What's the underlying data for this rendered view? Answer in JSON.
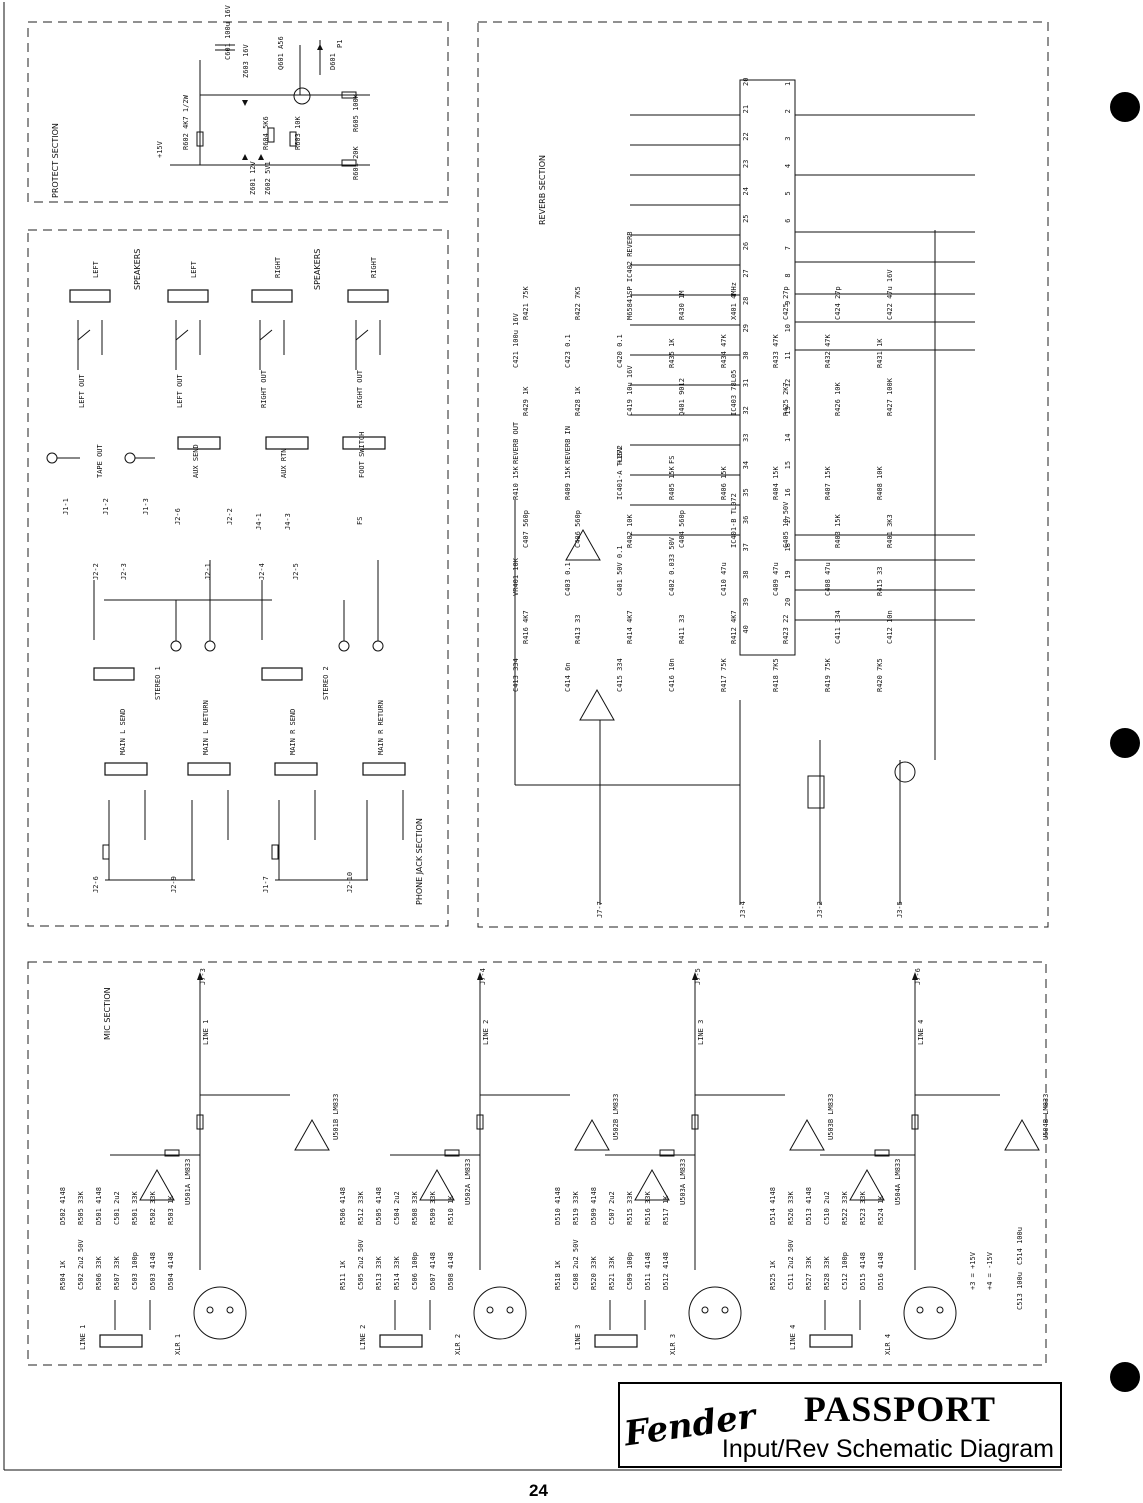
{
  "sections": {
    "protect": "PROTECT SECTION",
    "speakers": "SPEAKERS",
    "reverb": "REVERB SECTION",
    "phone_jack": "PHONE JACK SECTION",
    "mic": "MIC SECTION"
  },
  "protect_parts": [
    "C601 100u 16V",
    "Z603 16V",
    "D601",
    "P1",
    "Q601 A56",
    "R602 4K7 1/2W",
    "R604 5K6",
    "R605 100K",
    "R603 10K",
    "R601 20K",
    "Z601 12V",
    "Z602 5V1",
    "+15V"
  ],
  "speaker_labels": [
    "LEFT",
    "LEFT",
    "RIGHT",
    "RIGHT"
  ],
  "output_labels": [
    "LEFT OUT",
    "LEFT OUT",
    "RIGHT OUT",
    "RIGHT OUT"
  ],
  "jack_labels": [
    "TAPE OUT",
    "AUX SEND",
    "AUX RTN",
    "FOOT SWITCH",
    "STEREO 1",
    "STEREO 2",
    "MAIN L SEND",
    "MAIN L RETURN",
    "MAIN R SEND",
    "MAIN R RETURN"
  ],
  "jack_refs": [
    "J1-1",
    "J1-2",
    "J1-3",
    "J2-6",
    "J2-2",
    "J4-1",
    "J4-3",
    "FS",
    "J2-2",
    "J2-3",
    "J2-1",
    "J2-4",
    "J2-5",
    "J2-6",
    "J2-9",
    "J1-7",
    "J2-10"
  ],
  "reverb_parts": [
    "R410 15K",
    "R409 15K",
    "IC401-A TL072",
    "R405 15K",
    "R406 15K",
    "R404 15K",
    "R407 15K",
    "R408 10K",
    "C407 560p",
    "C406 560p",
    "R402 10K",
    "C404 560p",
    "IC401-B TL072",
    "C405 10 50V",
    "R403 15K",
    "R401 3K3",
    "VR401 10K",
    "C403 0.1",
    "C401 50V 0.1",
    "C402 0.033 50V",
    "C410 47u",
    "C409 47u",
    "C408 47u",
    "R415 33",
    "R416 4K7",
    "R413 33",
    "R414 4K7",
    "R411 33",
    "R412 4K7",
    "R423 22",
    "C411 334",
    "C412 10n",
    "C413 334",
    "C414 6n",
    "C415 334",
    "C416 10n",
    "R417 75K",
    "R418 7K5",
    "R419 75K",
    "R420 7K5",
    "R421 75K",
    "R422 7K5",
    "M65841SP IC402 REVERB",
    "R430 1M",
    "X401 4MHz",
    "C425 27p",
    "C424 27p",
    "C422 47u 16V",
    "C421 100u 16V",
    "C423 0.1",
    "C420 0.1",
    "R435 1K",
    "R434 47K",
    "R433 47K",
    "R432 47K",
    "R431 1K",
    "R429 1K",
    "R428 1K",
    "C419 10u 16V",
    "Q401 9012",
    "IC403 78L05",
    "R425 2K7",
    "R426 10K",
    "R427 100K",
    "REVERB OUT",
    "REVERB IN",
    "+15V",
    "FS"
  ],
  "reverb_refs": [
    "J7-7",
    "J3-4",
    "J3-2",
    "J3-5"
  ],
  "ic_pins_left": [
    "20",
    "21",
    "22",
    "23",
    "24",
    "25",
    "26",
    "27",
    "28",
    "29",
    "30",
    "31",
    "32",
    "33",
    "34",
    "35",
    "36",
    "37",
    "38",
    "39",
    "40"
  ],
  "ic_pins_right": [
    "1",
    "2",
    "3",
    "4",
    "5",
    "6",
    "7",
    "8",
    "9",
    "10",
    "11",
    "12",
    "13",
    "14",
    "15",
    "16",
    "17",
    "18",
    "19",
    "20"
  ],
  "mic_channels": [
    {
      "line": "LINE 1",
      "line_in": "LINE 1",
      "xlr": "XLR 1",
      "out_ref": "J7-3",
      "op_a": "U501A LM833",
      "op_b": "U501B LM833",
      "parts": [
        "D502 4148",
        "R505 33K",
        "D501 4148",
        "C501 2u2",
        "R501 33K",
        "R502 33K",
        "R503 1K",
        "R504 1K",
        "C502 2u2 50V",
        "R506 33K",
        "R507 33K",
        "C503 100p",
        "D503 4148",
        "D504 4148"
      ]
    },
    {
      "line": "LINE 2",
      "line_in": "LINE 2",
      "xlr": "XLR 2",
      "out_ref": "J7-4",
      "op_a": "U502A LM833",
      "op_b": "U502B LM833",
      "parts": [
        "R506 4148",
        "R512 33K",
        "D505 4148",
        "C504 2u2",
        "R508 33K",
        "R509 33K",
        "R510 1K",
        "R511 1K",
        "C505 2u2 50V",
        "R513 33K",
        "R514 33K",
        "C506 100p",
        "D507 4148",
        "D508 4148"
      ]
    },
    {
      "line": "LINE 3",
      "line_in": "LINE 3",
      "xlr": "XLR 3",
      "out_ref": "J7-5",
      "op_a": "U503A LM833",
      "op_b": "U503B LM833",
      "parts": [
        "D510 4148",
        "R519 33K",
        "D509 4148",
        "C507 2u2",
        "R515 33K",
        "R516 33K",
        "R517 1K",
        "R518 1K",
        "C508 2u2 50V",
        "R520 33K",
        "R521 33K",
        "C509 100p",
        "D511 4148",
        "D512 4148"
      ]
    },
    {
      "line": "LINE 4",
      "line_in": "LINE 4",
      "xlr": "XLR 4",
      "out_ref": "J7-6",
      "op_a": "U504A LM833",
      "op_b": "U504B LM833",
      "parts": [
        "D514 4148",
        "R526 33K",
        "D513 4148",
        "C510 2u2",
        "R522 33K",
        "R523 33K",
        "R524 1K",
        "R525 1K",
        "C511 2u2 50V",
        "R527 33K",
        "R528 33K",
        "C512 100p",
        "D515 4148",
        "D516 4148"
      ]
    }
  ],
  "power_notes": [
    "+3 = +15V",
    "+4 = -15V",
    "C514 100u",
    "C513 100u"
  ],
  "title_block": {
    "brand": "Fender",
    "model": "PASSPORT",
    "subtitle": "Input/Rev Schematic Diagram"
  },
  "page_number": "24"
}
